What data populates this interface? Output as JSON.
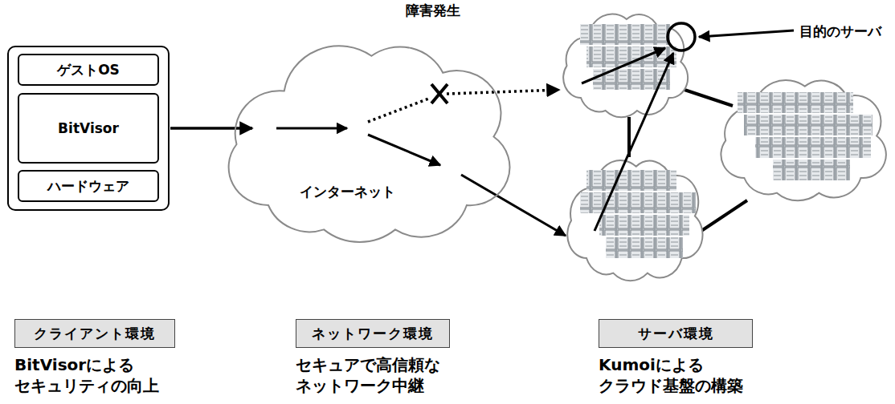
{
  "diagram": {
    "nodes": [
      {
        "text": [
          "ゲストOS"
        ]
      },
      {
        "text": [
          "BitVisor"
        ]
      },
      {
        "text": [
          "ハードウェア"
        ]
      },
      {
        "text": [
          "インターネット"
        ]
      },
      {
        "text": [
          "クライアント環境",
          "BitVisorによる セキュリティの向上"
        ]
      },
      {
        "text": [
          "ネットワーク環境",
          "セキュアで高信頼な ネットワーク中継"
        ]
      },
      {
        "text": [
          "サーバ環境",
          "Kumoiによる クラウド基盤の構築"
        ]
      }
    ],
    "labels": [
      "障害発生",
      "目的のサーバ"
    ]
  }
}
